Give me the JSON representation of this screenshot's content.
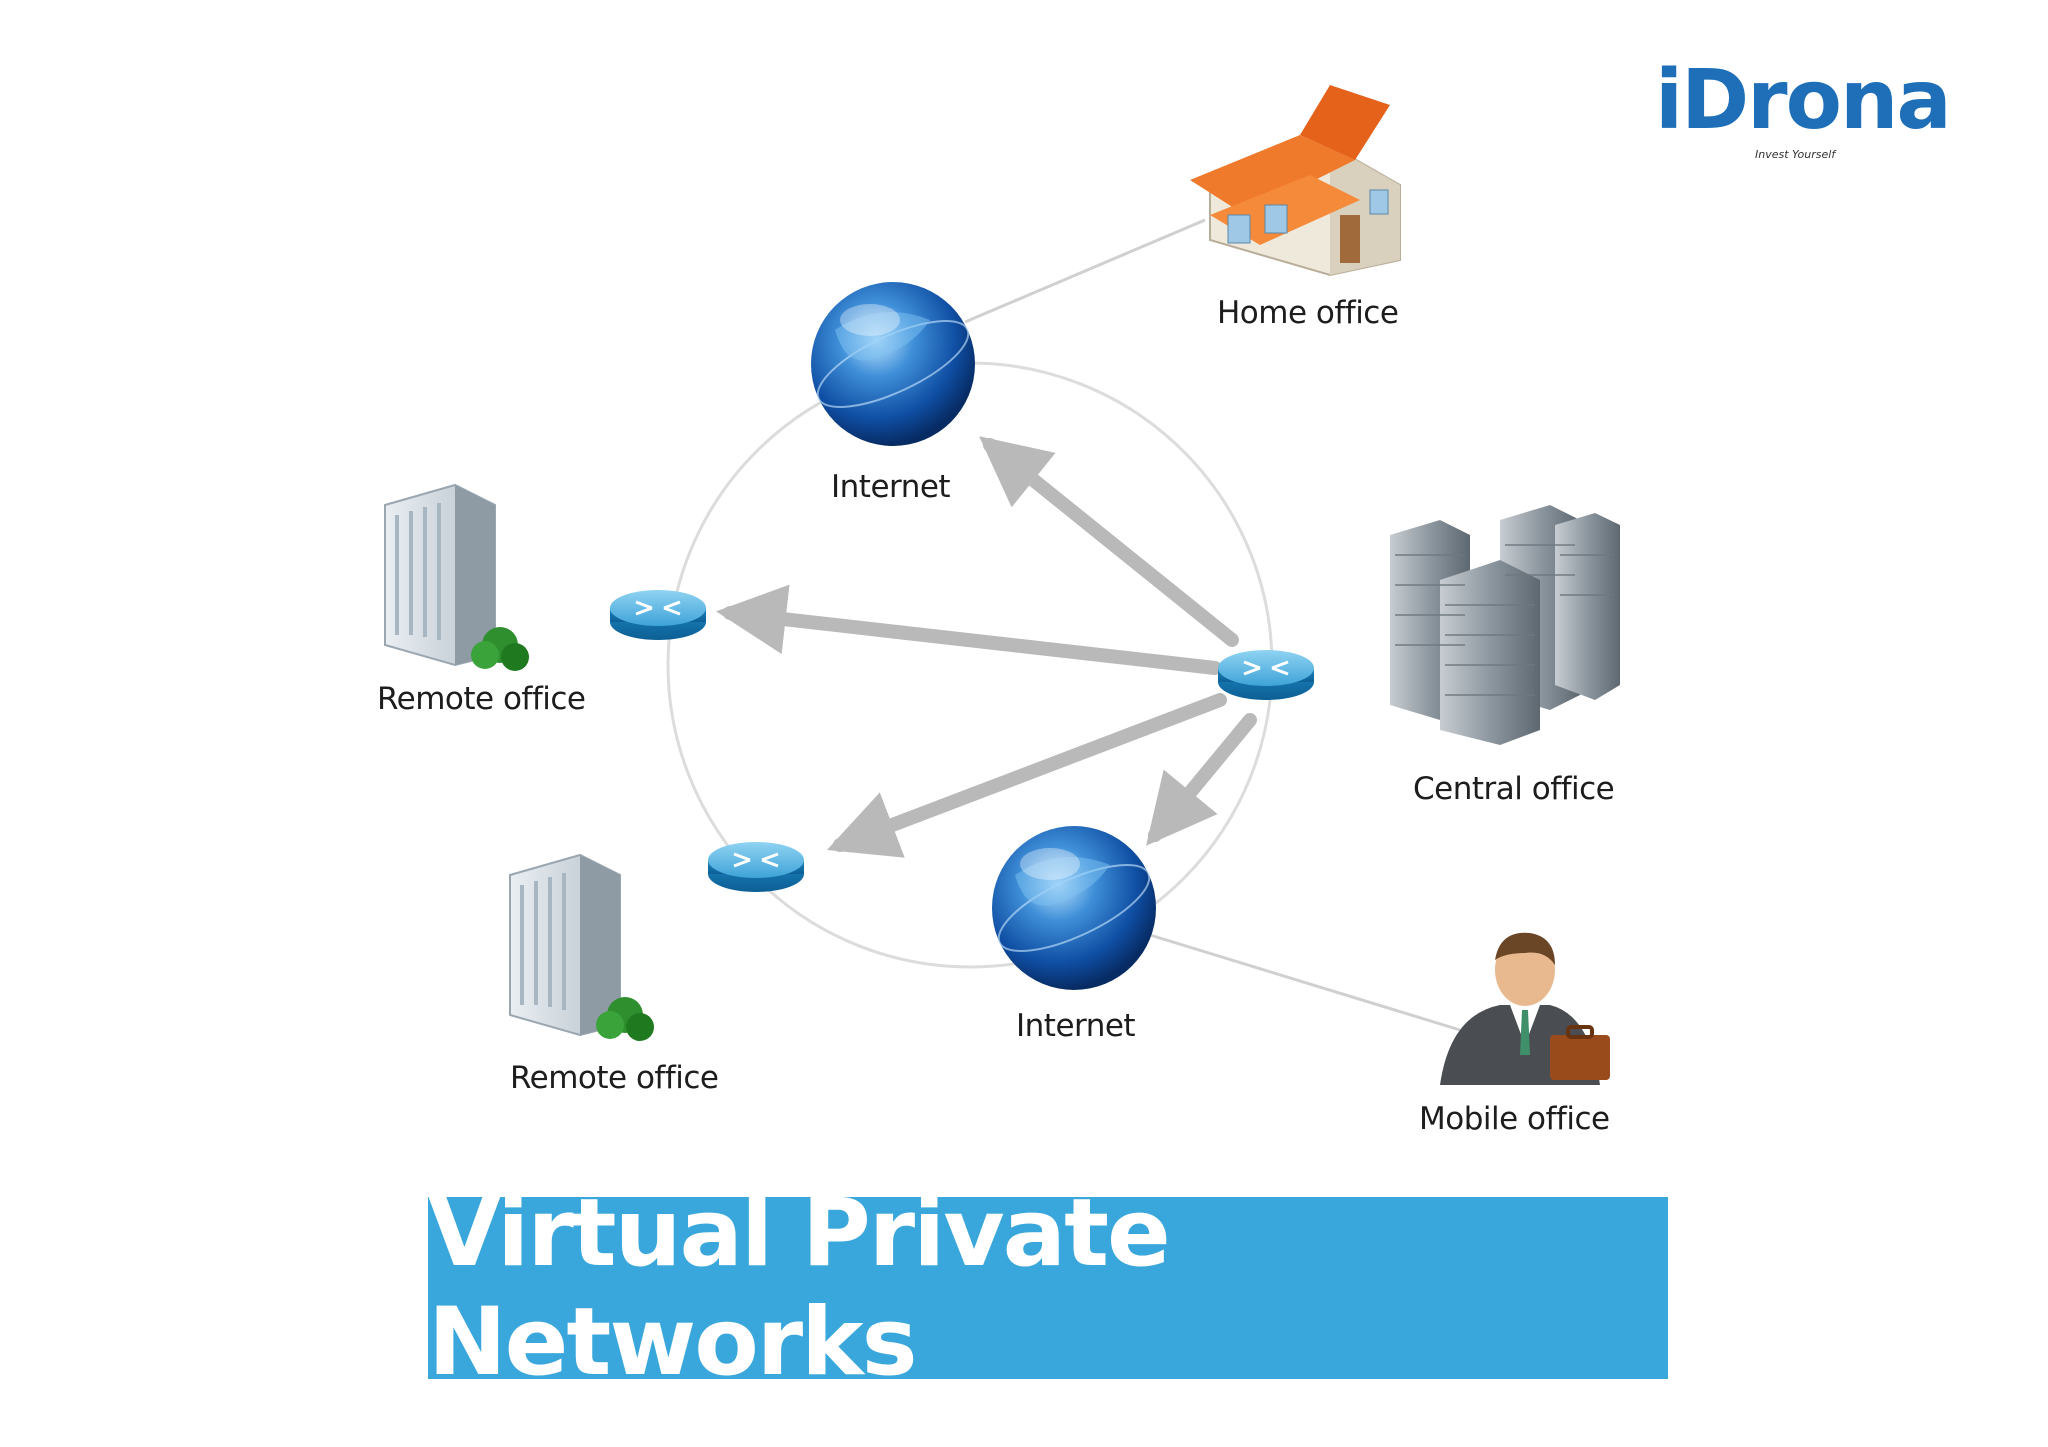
{
  "brand": {
    "name": "iDrona",
    "tagline": "Invest Yourself",
    "colors": {
      "wordmark": "#1e6fb8",
      "reticle": "#e03a3a"
    }
  },
  "banner": {
    "title": "Virtual Private Networks",
    "color": "#3aa7dc"
  },
  "nodes": {
    "home_office": "Home office",
    "internet_top": "Internet",
    "internet_bottom": "Internet",
    "remote_office_top": "Remote office",
    "remote_office_bottom": "Remote office",
    "central_office": "Central office",
    "mobile_office": "Mobile office"
  },
  "icons": {
    "home": "house-icon",
    "globe": "globe-icon",
    "router": "router-icon",
    "building": "office-building-icon",
    "towers": "office-towers-icon",
    "person": "businessman-icon"
  }
}
